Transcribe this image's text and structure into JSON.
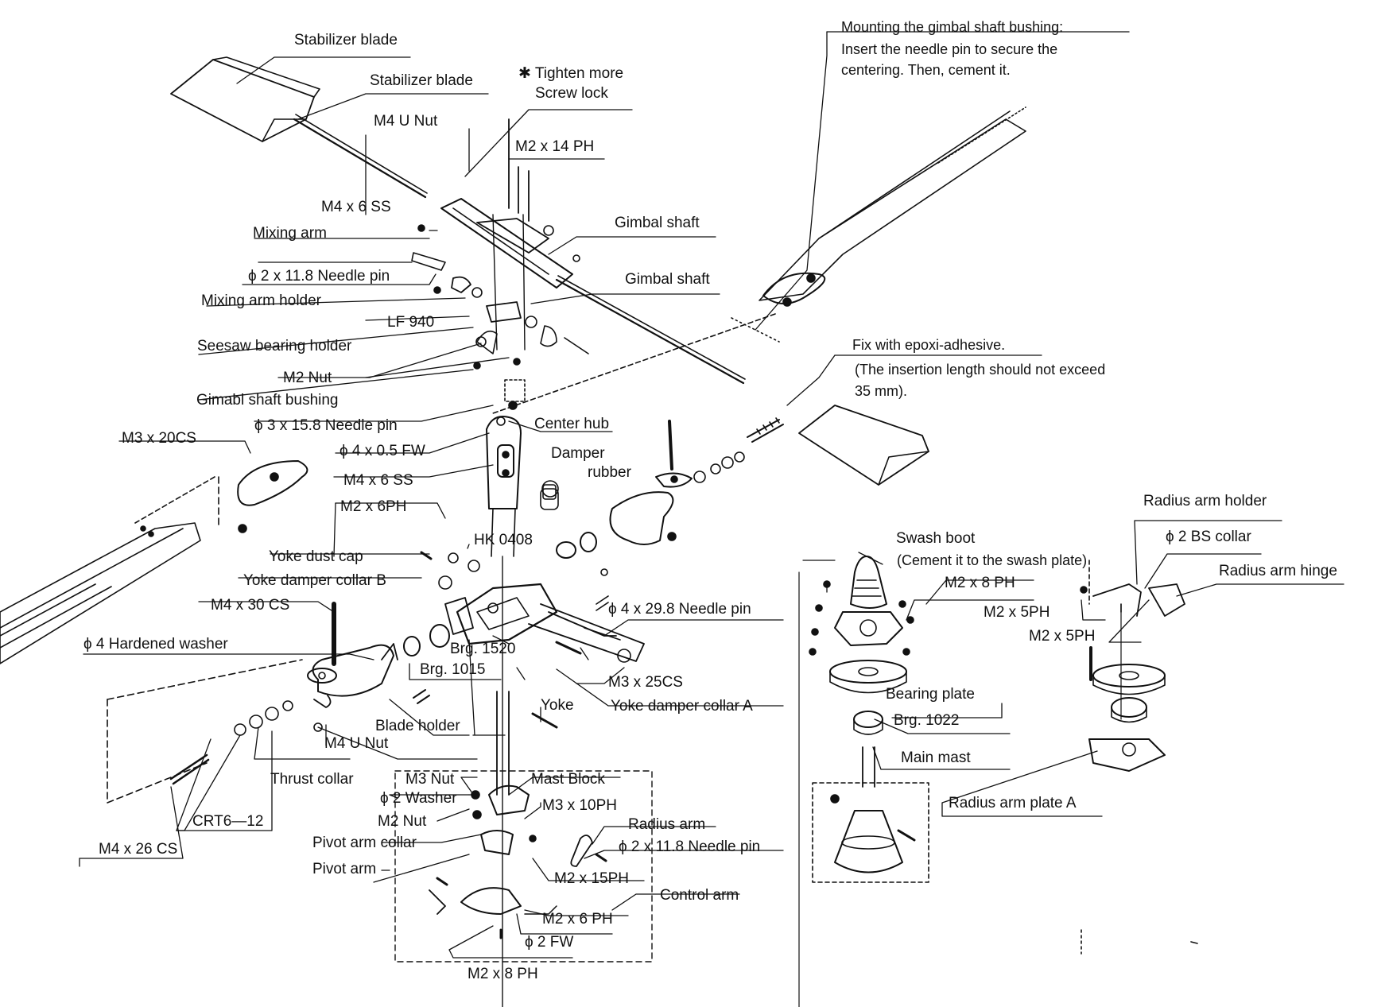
{
  "notes": {
    "gimbal_title": "Mounting the  gimbal shaft bushing:",
    "gimbal_line1": "Insert the needle pin to secure the",
    "gimbal_line2": "centering. Then, cement it.",
    "epoxy_title": "Fix with epoxi-adhesive.",
    "epoxy_line1": "(The insertion length should not exceed",
    "epoxy_line2": "35 mm).",
    "swash_line2": "(Cement it to the swash plate)"
  },
  "labels": {
    "stabilizer_blade_1": "Stabilizer blade",
    "stabilizer_blade_2": "Stabilizer blade",
    "tighten_more": "✱ Tighten more",
    "screw_lock": "Screw lock",
    "m4_u_nut_top": "M4 U Nut",
    "m2x14ph": "M2 x 14 PH",
    "m4x6ss_top": "M4 x 6 SS",
    "gimbal_shaft_1": "Gimbal shaft",
    "mixing_arm": "Mixing arm",
    "needle_pin_2x118_top": "ϕ 2 x 11.8 Needle pin",
    "gimbal_shaft_2": "Gimbal shaft",
    "mixing_arm_holder": "Mixing arm holder",
    "lf940": "LF 940",
    "seesaw_bearing_holder": "Seesaw bearing holder",
    "m2_nut_top": "M2 Nut",
    "gimabl_shaft_bushing": "Gimabl shaft bushing",
    "needle_pin_3x158": "ϕ 3 x 15.8 Needle pin",
    "center_hub": "Center hub",
    "m3x20cs": "M3 x 20CS",
    "fw_4x05": "ϕ 4 x 0.5 FW",
    "damper_rubber_1": "Damper",
    "damper_rubber_2": "rubber",
    "m4x6ss_mid": "M4 x 6 SS",
    "m2x6ph_mid": "M2 x 6PH",
    "hk0408": "HK 0408",
    "yoke_dust_cap": "Yoke dust cap",
    "yoke_damper_collar_b": "Yoke damper collar B",
    "m4x30cs": "M4 x 30 CS",
    "needle_pin_4x298": "ϕ 4 x 29.8 Needle pin",
    "hardened_washer": "ϕ 4 Hardened washer",
    "brg1520": "Brg. 1520",
    "brg1015": "Brg. 1015",
    "m3x25cs": "M3 x 25CS",
    "yoke": "Yoke",
    "yoke_damper_collar_a": "Yoke damper collar A",
    "blade_holder": "Blade holder",
    "m4_u_nut_low": "M4 U Nut",
    "thrust_collar": "Thrust collar",
    "m3_nut": "M3 Nut",
    "mast_block": "Mast Block",
    "washer_2": "ϕ 2 Washer",
    "m3x10ph": "M3 x 10PH",
    "crt6_12": "CRT6—12",
    "m2_nut_low": "M2 Nut",
    "radius_arm": "Radius arm",
    "pivot_arm_collar": "Pivot arm collar",
    "needle_pin_2x118_low": "ϕ 2 x 11.8 Needle pin",
    "m4x26cs": "M4 x 26 CS",
    "pivot_arm": "Pivot arm",
    "m2x15ph": "M2 x 15PH",
    "control_arm": "Control arm",
    "m2x6ph_low": "M2 x 6 PH",
    "fw_2": "ϕ 2 FW",
    "m2x8ph_low": "M2 x 8 PH",
    "swash_boot": "Swash boot",
    "m2x8ph_swash": "M2 x 8 PH",
    "bearing_plate": "Bearing plate",
    "brg1022": "Brg. 1022",
    "main_mast": "Main mast",
    "radius_arm_holder": "Radius arm holder",
    "bs_collar": "ϕ 2 BS collar",
    "radius_arm_hinge": "Radius arm hinge",
    "m2x5ph_1": "M2 x 5PH",
    "m2x5ph_2": "M2 x 5PH",
    "radius_arm_plate_a": "Radius arm plate  A"
  }
}
